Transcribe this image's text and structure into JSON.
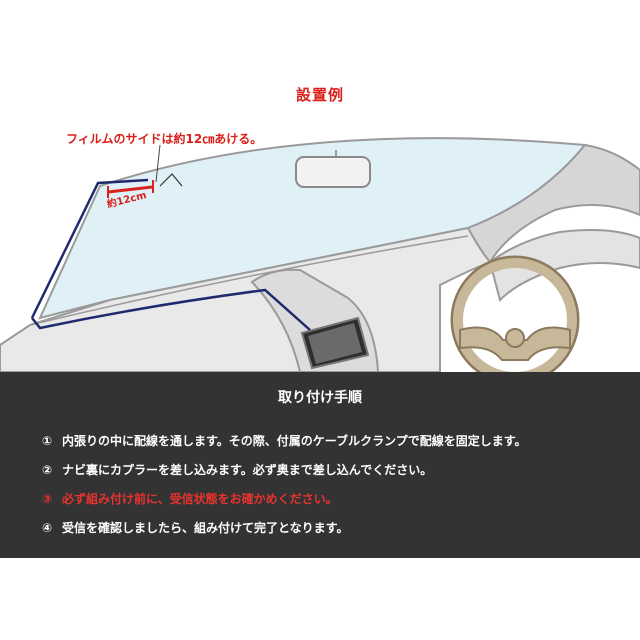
{
  "example_title": "設置例",
  "film_note": "フィルムのサイドは約12㎝あける。",
  "measure_label": "約12cm",
  "procedure": {
    "title": "取り付け手順",
    "steps": [
      {
        "num": "①",
        "text": "内張りの中に配線を通します。その際、付属のケーブルクランプで配線を固定します。",
        "highlight": false
      },
      {
        "num": "②",
        "text": "ナビ裏にカプラーを差し込みます。必ず奥まで差し込んでください。",
        "highlight": false
      },
      {
        "num": "③",
        "text": "必ず組み付け前に、受信状態をお確かめください。",
        "highlight": true
      },
      {
        "num": "④",
        "text": "受信を確認しましたら、組み付けて完了となります。",
        "highlight": false
      }
    ]
  },
  "colors": {
    "accent_red": "#d9211c",
    "panel": "#333333",
    "antenna_line": "#1f2a6e"
  }
}
